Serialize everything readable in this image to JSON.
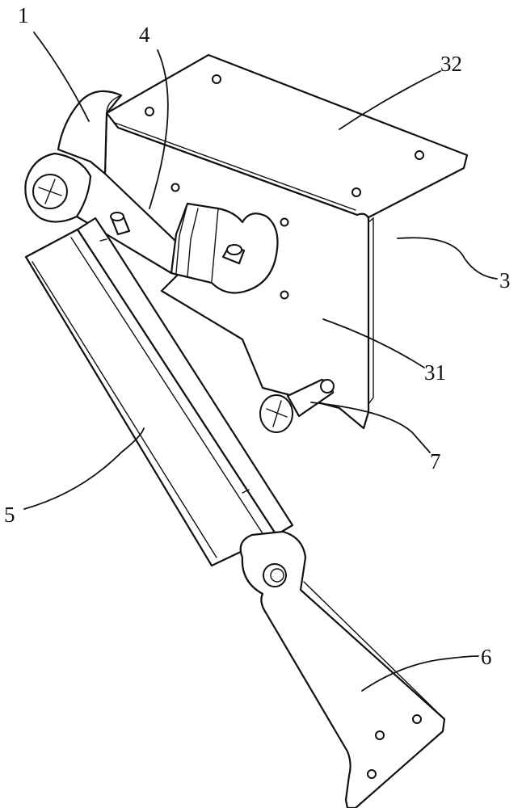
{
  "labels": {
    "part_1": "1",
    "part_4": "4",
    "part_32": "32",
    "part_3": "3",
    "part_31": "31",
    "part_7": "7",
    "part_5": "5",
    "part_6": "6"
  }
}
